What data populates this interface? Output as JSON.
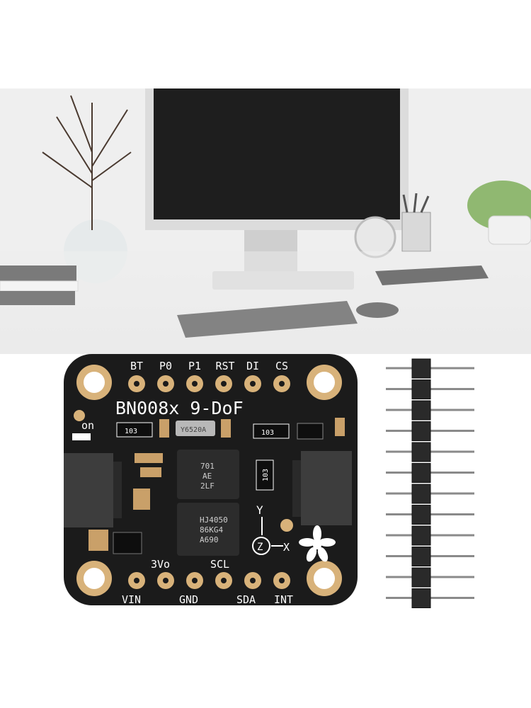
{
  "photo": {
    "subject": "sensor breakout board with pin header",
    "background": "office desk with monitor"
  },
  "board": {
    "title": "BN008x 9-DoF",
    "top_pins": [
      "BT",
      "P0",
      "P1",
      "RST",
      "DI",
      "CS"
    ],
    "mid_pins": [
      "3Vo",
      "SCL"
    ],
    "bottom_pins": [
      "VIN",
      "GND",
      "SDA",
      "INT"
    ],
    "on_label": "on",
    "resistor_left": "103",
    "resistor_right": "103",
    "crystal": "Y6520A",
    "chip_main": [
      "701",
      "AE",
      "2LF"
    ],
    "chip_sensor": [
      "HJ4050",
      "86KG4",
      "A690"
    ],
    "small_res": "103",
    "axis_y": "Y",
    "axis_x": "X",
    "axis_z": "Z",
    "colors": {
      "pcb": "#1b1b1b",
      "pad": "#d8b27a",
      "silk": "#ffffff"
    }
  },
  "header": {
    "pin_count": 12
  }
}
